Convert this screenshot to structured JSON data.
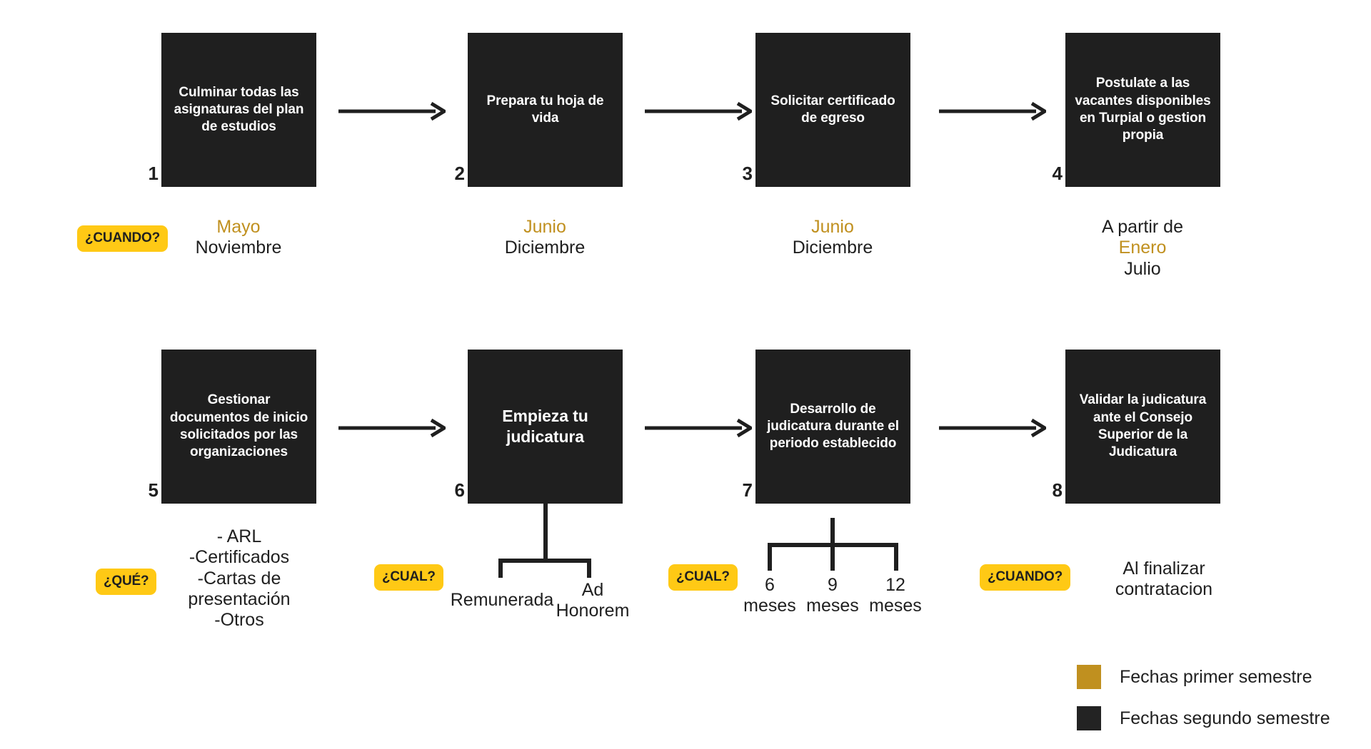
{
  "colors": {
    "box": "#1f1f1f",
    "badge": "#ffc915",
    "gold": "#c0901f",
    "text": "#1f1f1f",
    "background": "#ffffff"
  },
  "steps": [
    {
      "number": "1",
      "text": "Culminar todas las asignaturas del plan de estudios",
      "question": "¿CUANDO?",
      "caption_lines": [
        {
          "text": "Mayo",
          "color": "gold"
        },
        {
          "text": "Noviembre",
          "color": "dark"
        }
      ]
    },
    {
      "number": "2",
      "text": "Prepara tu hoja de vida",
      "question": "",
      "caption_lines": [
        {
          "text": "Junio",
          "color": "gold"
        },
        {
          "text": "Diciembre",
          "color": "dark"
        }
      ]
    },
    {
      "number": "3",
      "text": "Solicitar certificado de egreso",
      "question": "",
      "caption_lines": [
        {
          "text": "Junio",
          "color": "gold"
        },
        {
          "text": "Diciembre",
          "color": "dark"
        }
      ]
    },
    {
      "number": "4",
      "text": "Postulate a las vacantes disponibles en Turpial o gestion propia",
      "question": "",
      "caption_lines": [
        {
          "text": "A partir de",
          "color": "dark"
        },
        {
          "text": "Enero",
          "color": "gold"
        },
        {
          "text": "Julio",
          "color": "dark"
        }
      ]
    },
    {
      "number": "5",
      "text": "Gestionar documentos de inicio solicitados por las organizaciones",
      "question": "¿QUÉ?",
      "caption_lines": [
        {
          "text": "- ARL",
          "color": "dark"
        },
        {
          "text": "-Certificados",
          "color": "dark"
        },
        {
          "text": "-Cartas de",
          "color": "dark"
        },
        {
          "text": "presentación",
          "color": "dark"
        },
        {
          "text": "-Otros",
          "color": "dark"
        }
      ]
    },
    {
      "number": "6",
      "text": "Empieza tu judicatura",
      "question": "¿CUAL?",
      "branches": [
        "Remunerada",
        "Ad Honorem"
      ]
    },
    {
      "number": "7",
      "text": "Desarrollo de judicatura durante el periodo establecido",
      "question": "¿CUAL?",
      "branches": [
        "6 meses",
        "9 meses",
        "12 meses"
      ]
    },
    {
      "number": "8",
      "text": "Validar la judicatura ante el Consejo Superior de la Judicatura",
      "question": "¿CUANDO?",
      "caption_lines": [
        {
          "text": "Al finalizar",
          "color": "dark"
        },
        {
          "text": "contratacion",
          "color": "dark"
        }
      ]
    }
  ],
  "branch_labels": {
    "remunerada": "Remunerada",
    "ad_line1": "Ad",
    "ad_line2": "Honorem",
    "m6_num": "6",
    "m6_unit": "meses",
    "m9_num": "9",
    "m9_unit": "meses",
    "m12_num": "12",
    "m12_unit": "meses"
  },
  "legend": [
    {
      "swatch": "gold",
      "label": "Fechas primer semestre"
    },
    {
      "swatch": "dark",
      "label": "Fechas segundo semestre"
    }
  ]
}
